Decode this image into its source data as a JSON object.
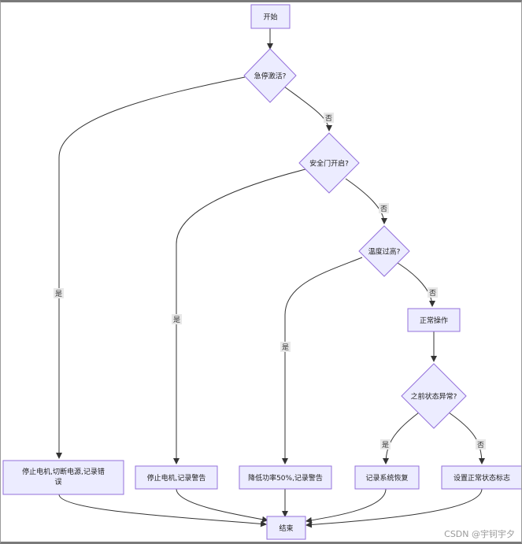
{
  "nodes": {
    "start": "开始",
    "estop": "急停激活?",
    "door": "安全门开启?",
    "temp": "温度过高?",
    "normal": "正常操作",
    "prev": "之前状态异常?",
    "stop_all_line1": "停止电机,切断电源,记录错",
    "stop_all_line2": "误",
    "stop_warn": "停止电机,记录警告",
    "reduce": "降低功率50%,记录警告",
    "recover": "记录系统恢复",
    "setnormal": "设置正常状态标志",
    "end": "结束"
  },
  "edge_labels": {
    "yes": "是",
    "no": "否"
  },
  "watermark": "CSDN @宇钶宇夕",
  "colors": {
    "node_fill": "#ECECFF",
    "node_stroke": "#9370DB",
    "edge": "#333333"
  }
}
